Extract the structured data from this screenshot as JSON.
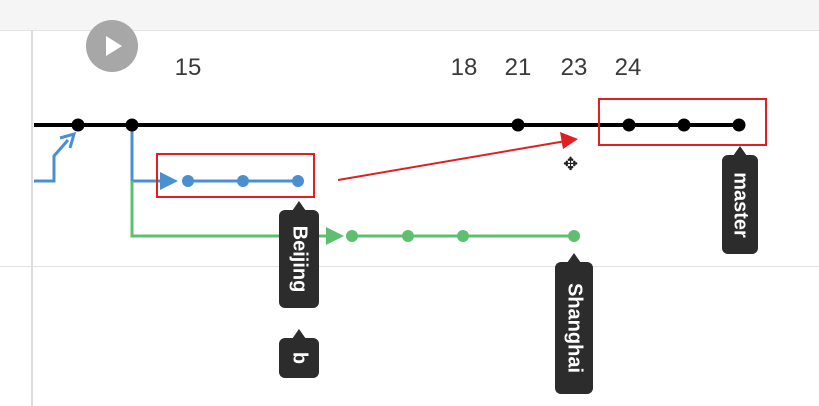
{
  "timeline": {
    "ticks": [
      "15",
      "18",
      "21",
      "23",
      "24"
    ]
  },
  "branches": {
    "master_label": "master",
    "beijing_label": "Beijing",
    "b_label": "b",
    "shanghai_label": "Shanghai"
  },
  "colors": {
    "master": "#000000",
    "beijing": "#4a90d0",
    "shanghai": "#5ec06e",
    "highlight": "#e02020",
    "tag_bg": "#2c2c2c"
  },
  "icons": {
    "play": "play-icon",
    "move_cursor": "move-cursor-icon"
  }
}
